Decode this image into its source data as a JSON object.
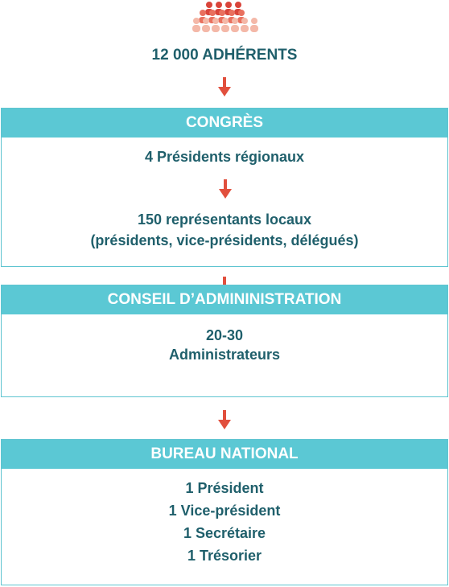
{
  "top": {
    "icon": "people-group-icon",
    "adherents": "12 000 ADHÉRENTS"
  },
  "congres": {
    "title": "CONGRÈS",
    "line1": "4 Présidents régionaux",
    "line2": "150 représentants locaux",
    "line3": "(présidents, vice-présidents, délégués)"
  },
  "conseil": {
    "title": "CONSEIL D’ADMININISTRATION",
    "line1": "20-30",
    "line2": "Administrateurs"
  },
  "bureau": {
    "title": "BUREAU NATIONAL",
    "members": [
      "1 Président",
      "1 Vice-président",
      "1 Secrétaire",
      "1 Trésorier"
    ]
  },
  "colors": {
    "accent": "#5bc8d4",
    "arrow": "#e14f3d",
    "text": "#1f5f6b",
    "people_front": "#f4b8a8",
    "people_back": "#d9443a"
  }
}
